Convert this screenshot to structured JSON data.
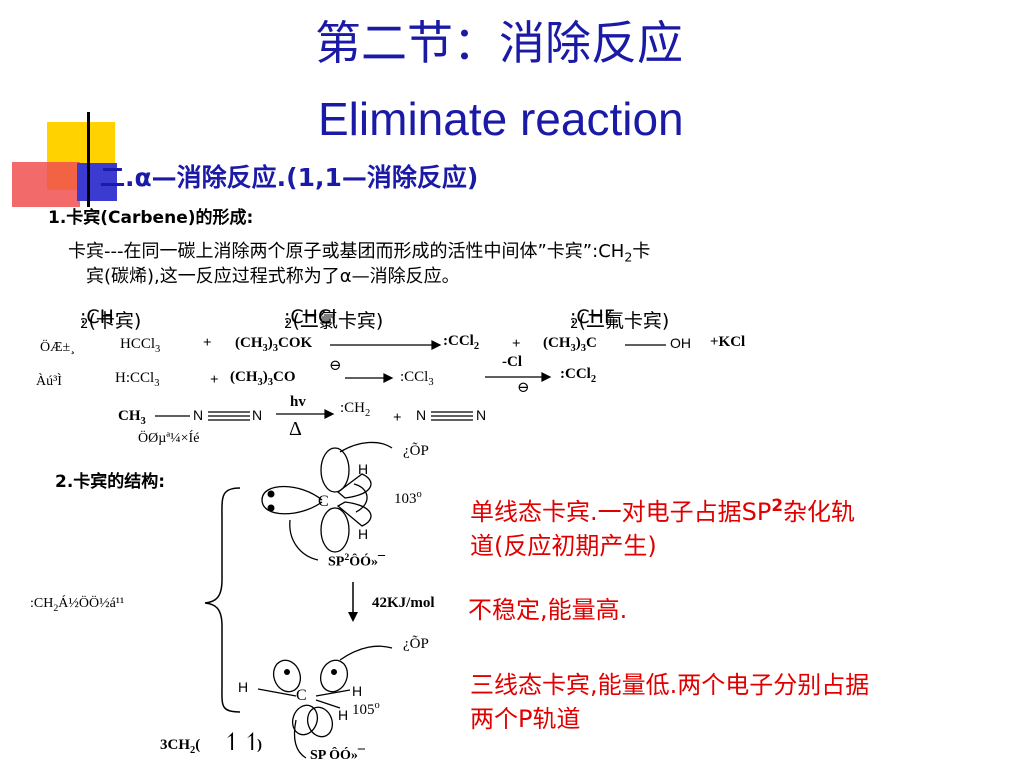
{
  "title": {
    "chinese": "第二节：消除反应",
    "english": "Eliminate  reaction"
  },
  "section": {
    "heading": "二.α—消除反应.(1,1—消除反应)"
  },
  "item1": {
    "heading": "1.卡宾(Carbene)的形成:",
    "para_line1_a": "卡宾---在同一碳上消除两个原子或基团而形成的活性中间体”卡宾”:CH",
    "para_line1_sub": "2",
    "para_line1_b": "卡",
    "para_line2": "宾(碳烯),这一反应过程式称为了α—消除反应。"
  },
  "labels": {
    "ch2": ":CH",
    "ch2_sub": "2",
    "ch2_name": " (卡宾)",
    "chcl2": ":CHCl",
    "chcl2_sub": "2",
    "chcl2_name": "(二氯卡宾)",
    "chf2": ":CHF",
    "chf2_sub": "2",
    "chf2_name": " (二氟卡宾)"
  },
  "reactions": {
    "r1_label": "ÖÆ±¸",
    "r1_reactant": "HCCl",
    "r1_reactant_sub": "3",
    "r1_plus": "+",
    "r1_base": "(CH",
    "r1_base_sub": "3",
    "r1_base_b": ")",
    "r1_base_sub2": "3",
    "r1_base_c": "COK",
    "r1_product": ":CCl",
    "r1_product_sub": "2",
    "r1_plus2": "+",
    "r1_byproduct": "(CH",
    "r1_byproduct_sub": "3",
    "r1_byproduct_b": ")",
    "r1_byproduct_sub2": "3",
    "r1_byproduct_c": "C",
    "r1_oh": "OH",
    "r1_kcl": "+KCl",
    "r2_label": "Àú³Ì",
    "r2_reactant": "H",
    "r2_reactant_b": ":CCl",
    "r2_reactant_sub": "3",
    "r2_plus": "+",
    "r2_base": "(CH",
    "r2_base_sub": "3",
    "r2_base_b": ")",
    "r2_base_sub2": "3",
    "r2_base_c": "CO",
    "r2_minus": "⊖",
    "r2_intermediate": ":CCl",
    "r2_intermediate_sub": "3",
    "r2_arrow_label": "-Cl",
    "r2_arrow_minus": "⊖",
    "r2_product": ":CCl",
    "r2_product_sub": "2",
    "r3_reactant": "CH",
    "r3_reactant_sub": "3",
    "r3_n1": "N",
    "r3_n2": "N",
    "r3_arrow_top": "hv",
    "r3_arrow_bottom": "Δ",
    "r3_product": ":CH",
    "r3_product_sub": "2",
    "r3_plus": "+",
    "r3_n3": "N",
    "r3_n4": "N",
    "r3_name": "ÖØµª¼×Íé"
  },
  "item2": {
    "heading": "2.卡宾的结构:"
  },
  "structure": {
    "empty_p_top": "¿ÕP",
    "empty_p_mid": "¿ÕP",
    "h_top1": "H",
    "h_top2": "H",
    "c_top": "C",
    "angle_top": "103",
    "angle_unit": "o",
    "sp2_label": "SP",
    "sp2_sup": "2",
    "sp2_rest": "ÔÓ»¯",
    "side_label": ":CH",
    "side_label_sub": "2",
    "side_label_rest": "Á½ÖÖ½á¹¹",
    "energy": "42KJ/mol",
    "h_bot1": "H",
    "h_bot2": "H",
    "h_bot3": "H",
    "c_bot": "C",
    "angle_bot": "105",
    "triplet_label": "3CH",
    "triplet_sub": "2",
    "triplet_paren_l": "(",
    "triplet_paren_r": ")",
    "sp_bot": "SP ÔÓ»¯"
  },
  "notes": {
    "singlet_line1_a": "单线态卡宾.一对电子占据SP",
    "singlet_line1_sup": "2",
    "singlet_line1_b": "杂化轨",
    "singlet_line2": "道(反应初期产生)",
    "unstable": "不稳定,能量高.",
    "triplet_line1": "三线态卡宾,能量低.两个电子分别占据",
    "triplet_line2": "两个P轨道"
  },
  "colors": {
    "title": "#1a1aa6",
    "heading": "#1a1aa6",
    "notes": "#e00000",
    "deco_yellow": "#ffd200",
    "deco_red": "#f05050",
    "deco_blue": "#3b3bd2"
  }
}
